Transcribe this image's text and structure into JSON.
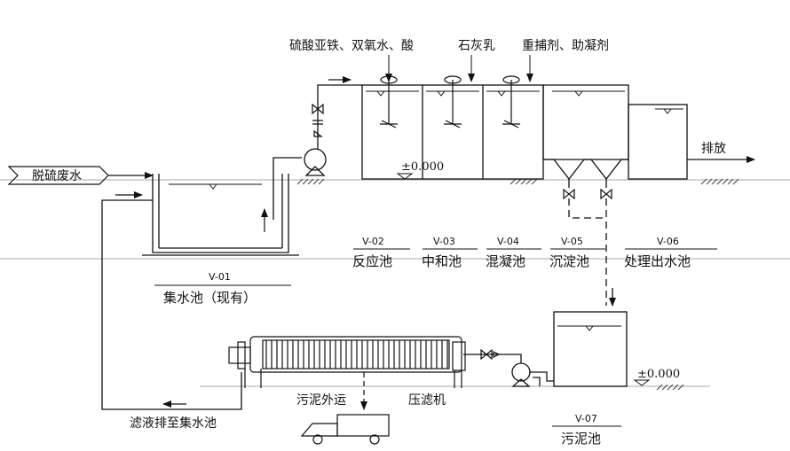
{
  "chemicals": {
    "feso4_h2o2_acid": "硫酸亚铁、双氧水、酸",
    "lime_milk": "石灰乳",
    "heavy_metal_flocculant": "重捕剂、助凝剂"
  },
  "streams": {
    "inlet": "脱硫废水",
    "discharge": "排放",
    "filtrate_return": "滤液排至集水池",
    "sludge_out": "污泥外运"
  },
  "levels": {
    "ground_1": "±0.000",
    "ground_2": "±0.000"
  },
  "units": [
    {
      "code": "V-02",
      "name": "反应池"
    },
    {
      "code": "V-03",
      "name": "中和池"
    },
    {
      "code": "V-04",
      "name": "混凝池"
    },
    {
      "code": "V-05",
      "name": "沉淀池"
    },
    {
      "code": "V-06",
      "name": "处理出水池"
    }
  ],
  "collection_tank": {
    "code": "V-01",
    "name": "集水池（现有）"
  },
  "sludge_tank": {
    "code": "V-07",
    "name": "污泥池"
  },
  "filter_press": {
    "name": "压滤机"
  }
}
